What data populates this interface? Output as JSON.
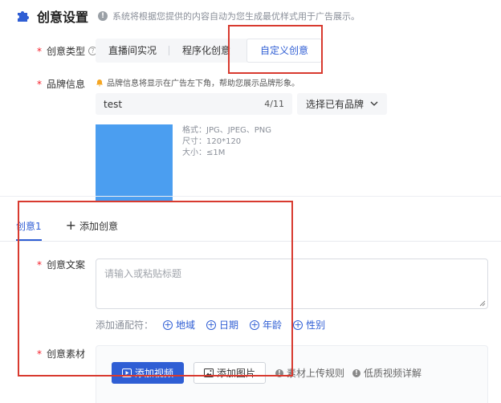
{
  "header": {
    "title": "创意设置",
    "hint": "系统将根据您提供的内容自动为您生成最优样式用于广告展示。"
  },
  "creative_type": {
    "label": "创意类型",
    "options": [
      "直播间实况",
      "程序化创意",
      "自定义创意"
    ],
    "selected": "自定义创意"
  },
  "brand": {
    "label": "品牌信息",
    "hint": "品牌信息将显示在广告左下角，帮助您展示品牌形象。",
    "input_value": "test",
    "char_count": "4/11",
    "select_label": "选择已有品牌",
    "spec_format": "格式：JPG、JPEG、PNG",
    "spec_size": "尺寸：120*120",
    "spec_filesize": "大小：≤1M",
    "logo_color": "#4b9ef0"
  },
  "tabs": {
    "active": "创意1",
    "add": "添加创意"
  },
  "copy": {
    "label": "创意文案",
    "placeholder": "请输入或粘贴标题",
    "wildcard_label": "添加通配符：",
    "wildcards": [
      "地域",
      "日期",
      "年龄",
      "性别"
    ]
  },
  "material": {
    "label": "创意素材",
    "add_video": "添加视频",
    "add_image": "添加图片",
    "upload_rules": "素材上传规则",
    "quality_details": "低质视频详解"
  },
  "colors": {
    "accent": "#2f5ed4",
    "required": "#f5222d",
    "highlight": "#d83a2f"
  }
}
